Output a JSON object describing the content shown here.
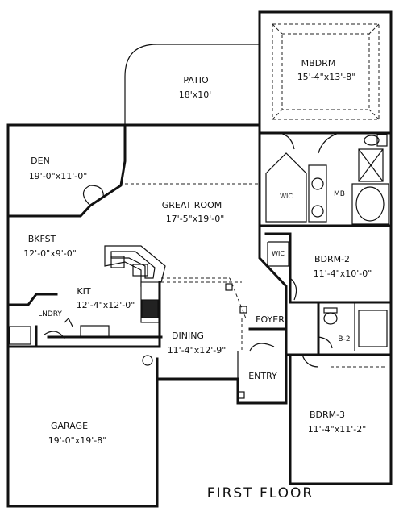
{
  "floor_title": "FIRST FLOOR",
  "rooms": {
    "mbdrm": {
      "name": "MBDRM",
      "dims": "15'-4\"x13'-8\""
    },
    "patio": {
      "name": "PATIO",
      "dims": "18'x10'"
    },
    "den": {
      "name": "DEN",
      "dims": "19'-0\"x11'-0\""
    },
    "great_room": {
      "name": "GREAT ROOM",
      "dims": "17'-5\"x19'-0\""
    },
    "bkfst": {
      "name": "BKFST",
      "dims": "12'-0\"x9'-0\""
    },
    "kit": {
      "name": "KIT",
      "dims": "12'-4\"x12'-0\""
    },
    "bdrm2": {
      "name": "BDRM-2",
      "dims": "11'-4\"x10'-0\""
    },
    "foyer": {
      "name": "FOYER"
    },
    "dining": {
      "name": "DINING",
      "dims": "11'-4\"x12'-9\""
    },
    "entry": {
      "name": "ENTRY"
    },
    "garage": {
      "name": "GARAGE",
      "dims": "19'-0\"x19'-8\""
    },
    "bdrm3": {
      "name": "BDRM-3",
      "dims": "11'-4\"x11'-2\""
    },
    "lndry": {
      "name": "LNDRY"
    },
    "wic1": {
      "name": "WIC"
    },
    "wic2": {
      "name": "WIC"
    },
    "mb": {
      "name": "MB"
    },
    "b2": {
      "name": "B-2"
    }
  }
}
